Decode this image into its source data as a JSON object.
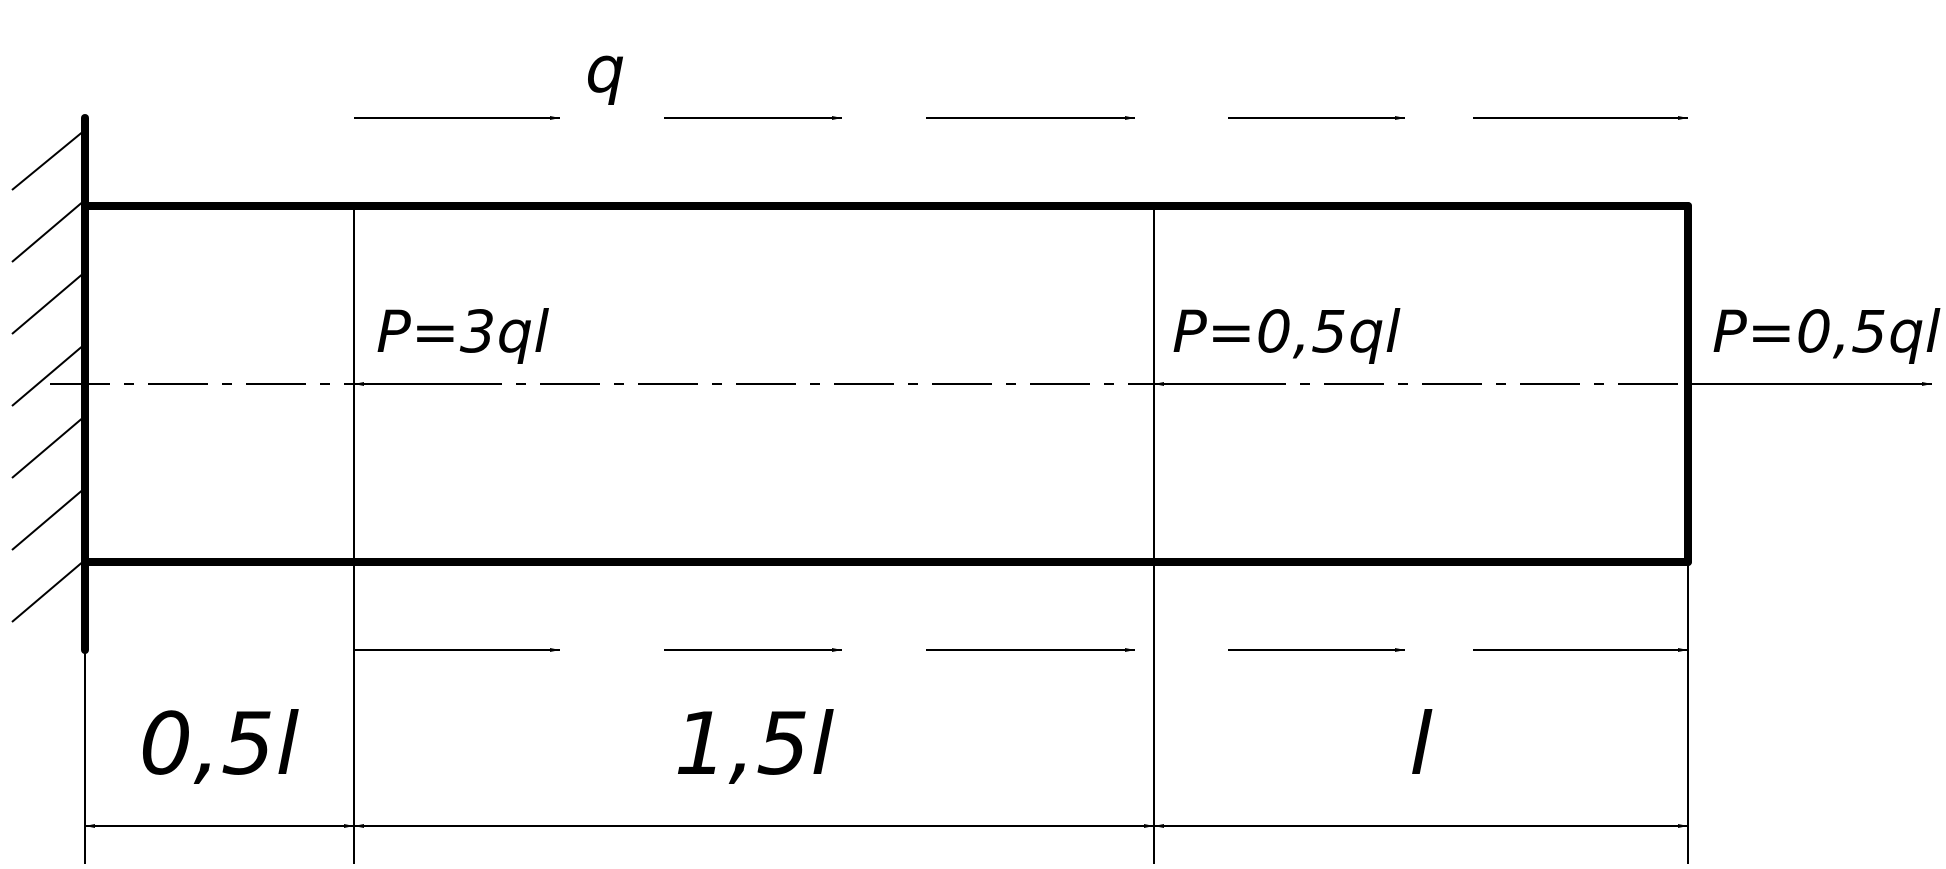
{
  "diagram": {
    "distributed_load_label": "q",
    "forces": [
      {
        "label": "P=3ql",
        "direction": "left"
      },
      {
        "label": "P=0,5ql",
        "direction": "left"
      },
      {
        "label": "P=0,5ql",
        "direction": "right"
      }
    ],
    "segments": [
      {
        "length_label": "0,5l"
      },
      {
        "length_label": "1,5l"
      },
      {
        "length_label": "l"
      }
    ],
    "support": "fixed-wall-left",
    "colors": {
      "ink": "#000000",
      "background": "#ffffff"
    }
  }
}
